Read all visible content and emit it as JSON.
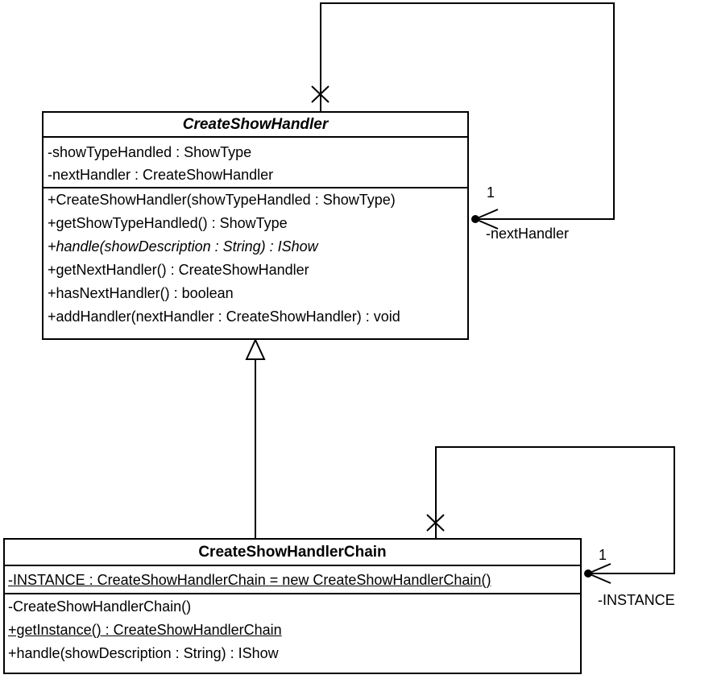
{
  "classes": {
    "handler": {
      "name": "CreateShowHandler",
      "attributes": [
        "-showTypeHandled : ShowType",
        "-nextHandler : CreateShowHandler"
      ],
      "operations": [
        "+CreateShowHandler(showTypeHandled : ShowType)",
        "+getShowTypeHandled() : ShowType",
        "+handle(showDescription : String) : IShow",
        "+getNextHandler() : CreateShowHandler",
        "+hasNextHandler() : boolean",
        "+addHandler(nextHandler : CreateShowHandler) : void"
      ]
    },
    "chain": {
      "name": "CreateShowHandlerChain",
      "attributes": [
        "-INSTANCE : CreateShowHandlerChain = new CreateShowHandlerChain()"
      ],
      "operations": [
        "-CreateShowHandlerChain()",
        "+getInstance() : CreateShowHandlerChain",
        "+handle(showDescription : String) : IShow"
      ]
    }
  },
  "associations": {
    "handler_self": {
      "role": "-nextHandler",
      "multiplicity": "1"
    },
    "chain_self": {
      "role": "-INSTANCE",
      "multiplicity": "1"
    }
  }
}
